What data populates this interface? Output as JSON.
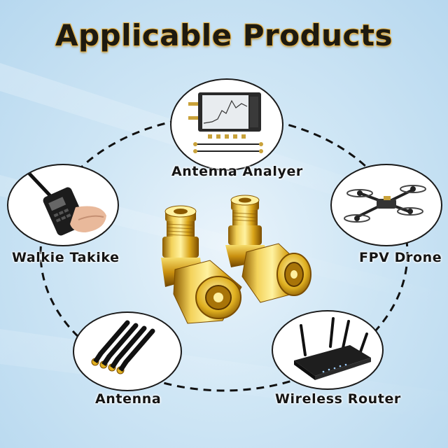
{
  "title": "Applicable Products",
  "products": [
    {
      "label": "Antenna Analyer"
    },
    {
      "label": "Walkie Takike"
    },
    {
      "label": "FPV Drone"
    },
    {
      "label": "Antenna"
    },
    {
      "label": "Wireless Router"
    }
  ],
  "colors": {
    "title_fill": "#1d1a10",
    "title_glow": "#e8b54a",
    "gold": "#e0b020",
    "ring": "#111111"
  }
}
